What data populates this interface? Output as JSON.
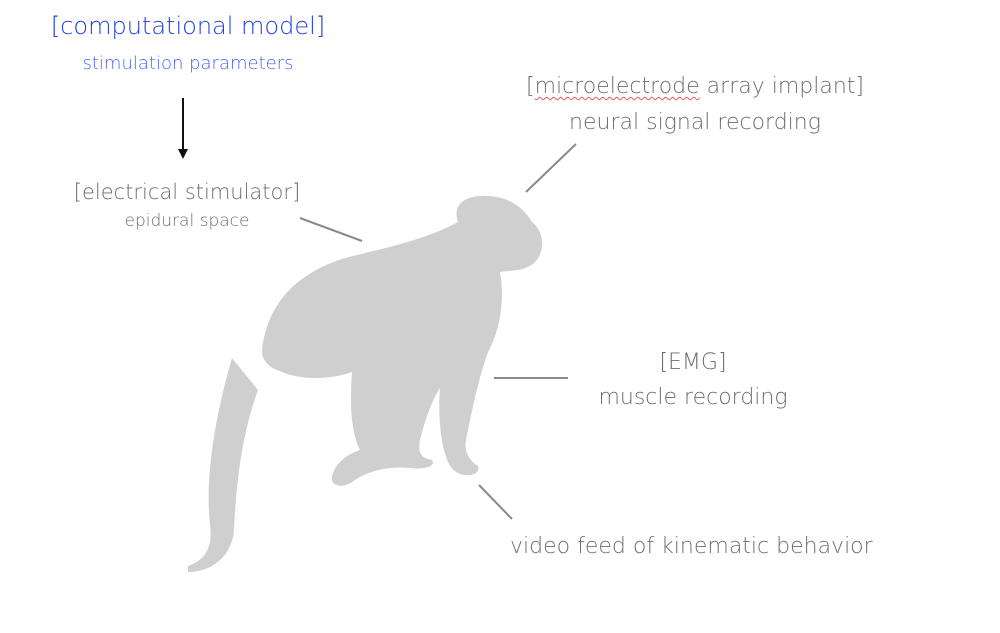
{
  "computational_model": {
    "title": "[computational model]",
    "subtitle": "stimulation parameters"
  },
  "stimulator": {
    "title": "[electrical stimulator]",
    "subtitle": "epidural space"
  },
  "microelectrode": {
    "title_word": "microelectrode",
    "title_rest": " array implant]",
    "subtitle": "neural signal recording"
  },
  "emg": {
    "title": "[EMG]",
    "subtitle": "muscle recording"
  },
  "video": {
    "label": "video feed of kinematic behavior"
  },
  "colors": {
    "blue_title": "#1f3fe0",
    "blue_sub": "#4a66ee",
    "gray_text": "#6d6d6d",
    "silhouette": "#cfcfcf",
    "leader": "#8a8a8a",
    "arrow": "#111111"
  }
}
